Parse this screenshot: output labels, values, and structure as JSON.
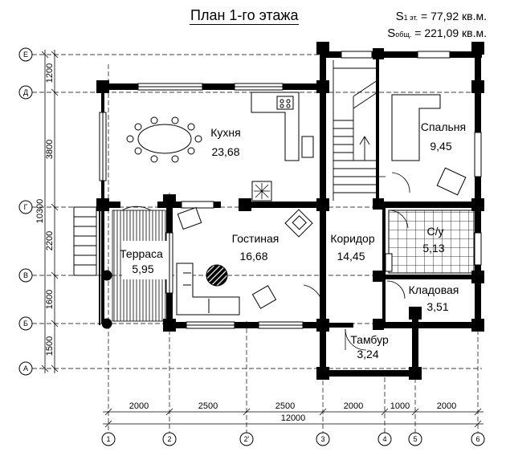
{
  "title": "План 1-го этажа",
  "area_first_floor": {
    "symbol": "S",
    "subscript": "1 эт.",
    "value": "= 77,92 кв.м."
  },
  "area_total": {
    "symbol": "S",
    "subscript": "общ.",
    "value": "= 221,09 кв.м."
  },
  "rooms": [
    {
      "name": "Кухня",
      "area": "23,68"
    },
    {
      "name": "Гостиная",
      "area": "16,68"
    },
    {
      "name": "Терраса",
      "area": "5,95"
    },
    {
      "name": "Коридор",
      "area": "14,45"
    },
    {
      "name": "Спальня",
      "area": "9,45"
    },
    {
      "name": "С/у",
      "area": "5,13"
    },
    {
      "name": "Кладовая",
      "area": "3,51"
    },
    {
      "name": "Тамбур",
      "area": "3,24"
    }
  ],
  "axes_rows": [
    "Е",
    "Д",
    "Г",
    "В",
    "Б",
    "А"
  ],
  "axes_cols": [
    "1",
    "2",
    "2'",
    "3",
    "4",
    "5",
    "6"
  ],
  "dims_left": [
    "1200",
    "3800",
    "2200",
    "1600",
    "1500"
  ],
  "dim_left_total": "10300",
  "dims_bottom": [
    "2000",
    "2500",
    "2500",
    "2000",
    "1000",
    "2000"
  ],
  "dim_bottom_total": "12000"
}
